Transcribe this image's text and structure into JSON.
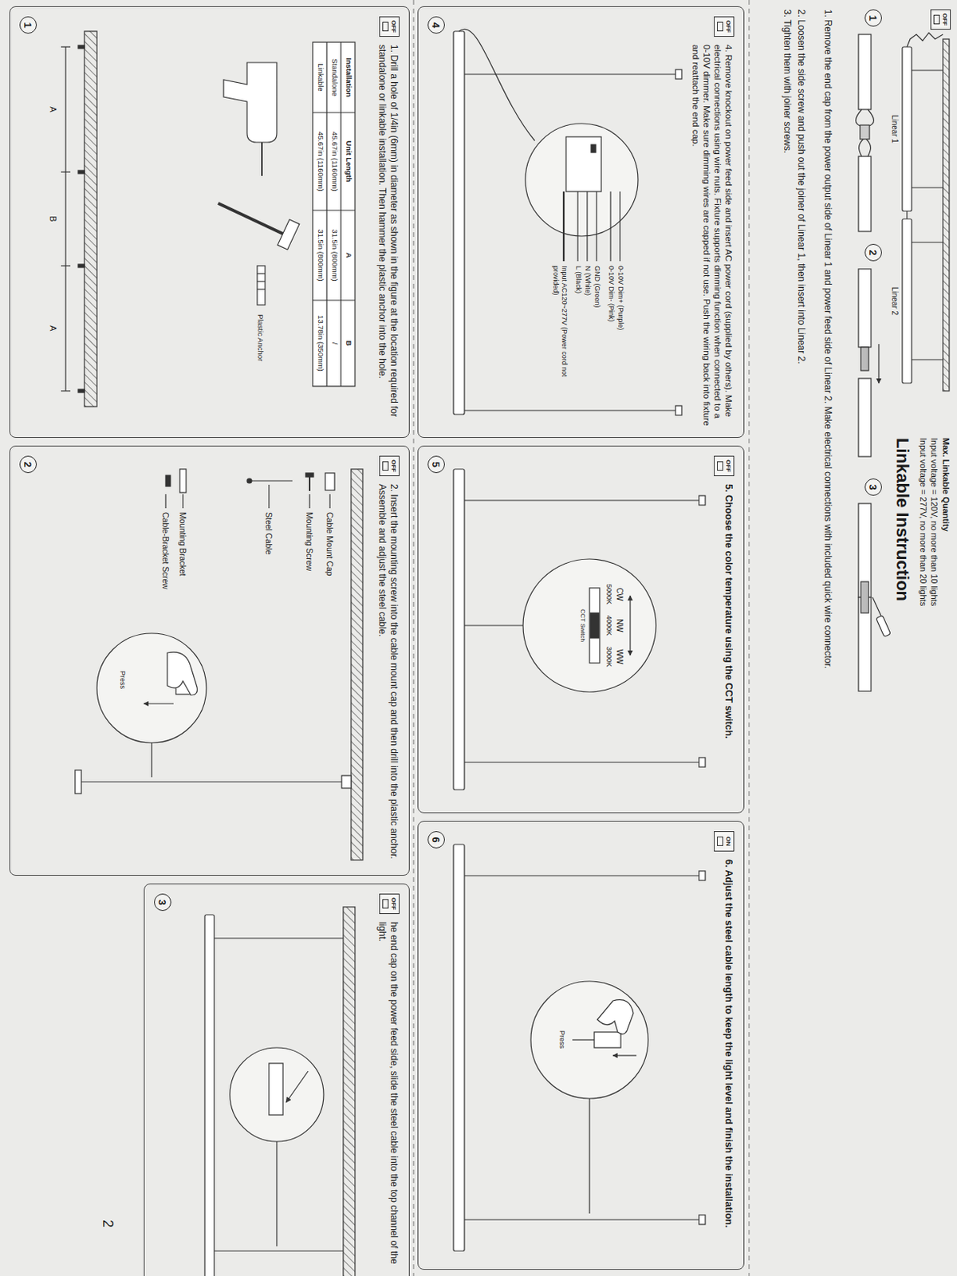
{
  "diagram": {
    "title": "Linkable Instruction",
    "nodes": [
      {
        "text": [
          "1. Drill a hole of 1/4in (6mm) in diameter as shown in the figure at the location required for standalone or linkable installation. Then hammer the plastic anchor into the hole."
        ]
      },
      {
        "text": [
          "1"
        ],
        "in": 0
      },
      {
        "text": [
          "OFF"
        ],
        "in": 0
      },
      {
        "text": [
          "2. Insert the mounting screw into the cable mount cap and then drill into the plastic anchor. Assemble and adjust the steel cable."
        ]
      },
      {
        "text": [
          "2"
        ],
        "in": 3
      },
      {
        "text": [
          "OFF"
        ],
        "in": 3
      },
      {
        "text": [
          "he end cap on the power feed side, slide the steel cable into the top channel of the light."
        ]
      },
      {
        "text": [
          "3"
        ],
        "in": 6
      },
      {
        "text": [
          "OFF"
        ],
        "in": 6
      },
      {
        "text": [
          "4. Remove knockout on power feed side and insert AC power cord (supplied by others). Make electrical connections using wire nuts. Fixture supports dimming function when connected to a 0-10V dimmer. Make sure dimming wires are capped if not use. Push the wiring back into fixture and reattach the end cap."
        ]
      },
      {
        "text": [
          "4"
        ],
        "in": 9
      },
      {
        "text": [
          "OFF"
        ],
        "in": 9
      },
      {
        "text": [
          "5. Choose the color temperature using the CCT switch."
        ]
      },
      {
        "text": [
          "5"
        ],
        "in": 12
      },
      {
        "text": [
          "OFF"
        ],
        "in": 12
      },
      {
        "text": [
          "6. Adjust the steel cable length to keep the light level and finish the installation."
        ]
      },
      {
        "text": [
          "6"
        ],
        "in": 15
      },
      {
        "text": [
          "ON"
        ],
        "in": 15
      },
      {
        "text": [
          "OFF"
        ]
      },
      {
        "text": [
          "1"
        ]
      },
      {
        "text": [
          "2"
        ]
      },
      {
        "text": [
          "3"
        ]
      }
    ],
    "labels": [
      "Linear 1",
      "Linear 2",
      "Max. Linkable Quantity",
      "Input voltage = 120V, no more than 10 lights",
      "Input voltage = 277V, no more than 20 lights",
      "1. Remove the end cap from the power output side of Linear 1 and power feed side of Linear 2. Make electrical connections with included quick wire connector.",
      "2. Loosen the side screw and push out the joiner of Linear 1, then insert into Linear 2.",
      "3. Tighten them with joiner screws.",
      "0-10V Dim+ (Purple)",
      "0-10V Dim- (Pink)",
      "GND (Green)",
      "N (White)",
      "L (Black)",
      "Input AC120~277V (Power cord not provided)",
      "CW",
      "NW",
      "WW",
      "5000K",
      "4000K",
      "3000K",
      "CCT Switch",
      "Press",
      "Installation",
      "Unit Length",
      "A",
      "B",
      "Standalone",
      "45.67in (1160mm)",
      "31.5in (800mm)",
      "/",
      "Linkable",
      "45.67in (1160mm)",
      "31.5in (800mm)",
      "13.78in (350mm)",
      "Plastic Anchor",
      "A",
      "B",
      "A",
      "Cable Mount Cap",
      "Mounting Screw",
      "Steel Cable",
      "Mounting Bracket",
      "Cable-Bracket Screw",
      "Press",
      "2"
    ]
  }
}
